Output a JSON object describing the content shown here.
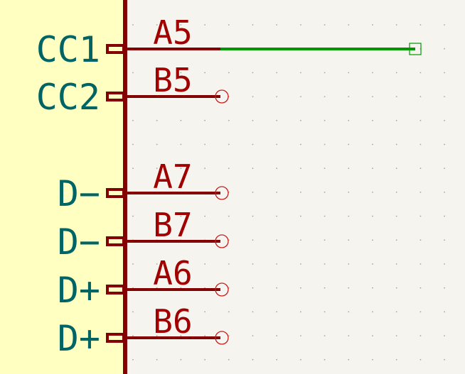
{
  "colors": {
    "canvas_background": "#f5f4ef",
    "symbol_fill": "#ffffc2",
    "symbol_outline": "#840000",
    "pin": "#840000",
    "pin_number": "#a00000",
    "pin_name": "#006464",
    "wire": "#009600",
    "grid_dot": "#a6a6a6",
    "unconnected_marker": "#c81e1e"
  },
  "symbol": {
    "pins": [
      {
        "name": "CC1",
        "number": "A5",
        "connected": true
      },
      {
        "name": "CC2",
        "number": "B5",
        "connected": false
      },
      {
        "name": "D−",
        "number": "A7",
        "connected": false
      },
      {
        "name": "D−",
        "number": "B7",
        "connected": false
      },
      {
        "name": "D+",
        "number": "A6",
        "connected": false
      },
      {
        "name": "D+",
        "number": "B6",
        "connected": false
      }
    ]
  }
}
